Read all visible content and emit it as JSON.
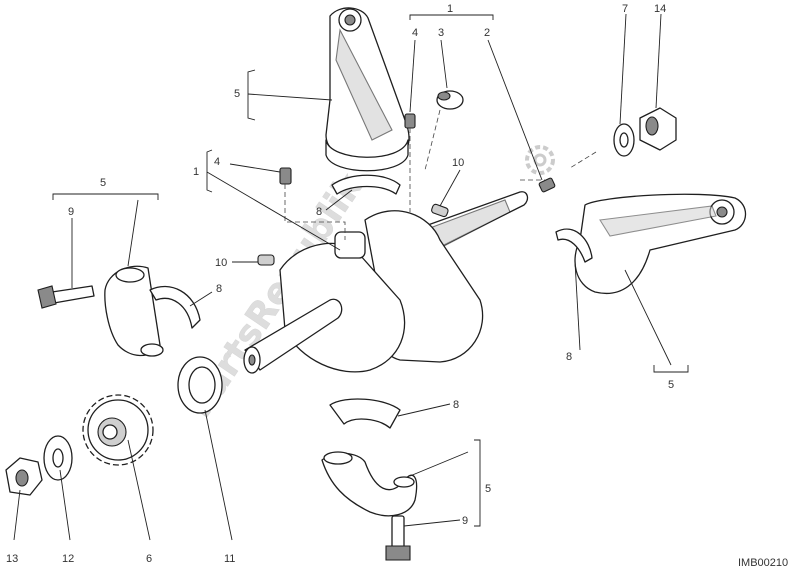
{
  "diagram": {
    "drawing_code": "IMB00210",
    "watermark": "PartsRepublik",
    "callouts": {
      "c1_top": "1",
      "c1_left": "1",
      "c2": "2",
      "c3": "3",
      "c4_top": "4",
      "c4_left": "4",
      "c5_topleft": "5",
      "c5_left": "5",
      "c5_right": "5",
      "c5_bottom": "5",
      "c6": "6",
      "c7": "7",
      "c8_conrod_top": "8",
      "c8_left": "8",
      "c8_right": "8",
      "c8_bottom": "8",
      "c9_left": "9",
      "c9_bottom": "9",
      "c10_right": "10",
      "c10_left": "10",
      "c11": "11",
      "c12": "12",
      "c13": "13",
      "c14": "14"
    }
  }
}
